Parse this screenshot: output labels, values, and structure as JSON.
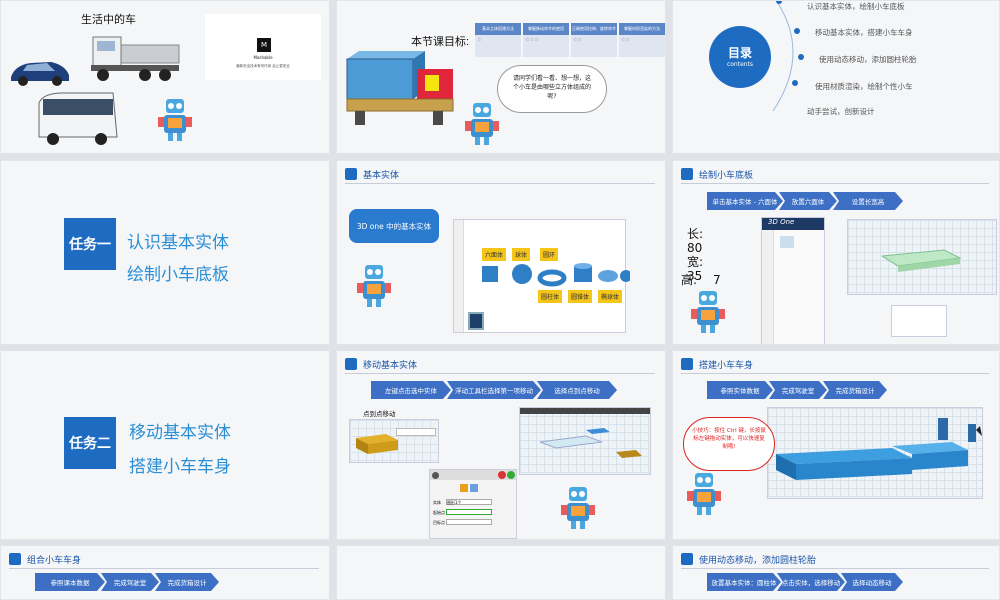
{
  "slide1": {
    "title": "生活中的车",
    "brand_text": "Mashable",
    "brand_sub": "最新安全技术有何作用 会让更安全"
  },
  "slide2": {
    "goal_label": "本节课目标:",
    "goals": [
      {
        "title": "基本立体搭建方法",
        "stars": "☆"
      },
      {
        "title": "掌握移动命令的使用",
        "stars": "☆☆☆"
      },
      {
        "title": "正确使用拉伸、旋转命令",
        "stars": "☆☆"
      },
      {
        "title": "掌握材质渲染的方法",
        "stars": "☆☆"
      }
    ],
    "bubble": "请同学们看一看、想一想，这个小车是由哪些立方体组成的呢?"
  },
  "slide3": {
    "toc_title": "目录",
    "toc_sub": "contents",
    "items": [
      "认识基本实体，绘制小车底板",
      "移动基本实体，搭建小车车身",
      "使用动态移动，添加圆柱轮胎",
      "使用材质渲染，绘制个性小车",
      "动手尝试，创新设计"
    ]
  },
  "slide4": {
    "task": "任务一",
    "line1": "认识基本实体",
    "line2": "绘制小车底板"
  },
  "slide5": {
    "header": "基本实体",
    "callout": "3D one 中的基本实体",
    "labels_top": [
      "六面体",
      "球体",
      "圆环"
    ],
    "labels_bottom": [
      "圆柱体",
      "圆锥体",
      "椭球体"
    ]
  },
  "slide6": {
    "header": "绘制小车底板",
    "flow": [
      "单击基本实体 - 六面体",
      "放置六面体",
      "设置长宽高"
    ],
    "dims": [
      "长:",
      "80",
      "宽:",
      "35",
      "高:",
      "7"
    ],
    "app_logo": "3D One"
  },
  "slide7": {
    "task": "任务二",
    "line1": "移动基本实体",
    "line2": "搭建小车车身"
  },
  "slide8": {
    "header": "移动基本实体",
    "flow": [
      "左键点击选中实体",
      "浮动工具栏选择第一项移动",
      "选择点到点移动"
    ],
    "sub": "点到点移动",
    "fields": [
      "实体",
      "起始点",
      "目标点"
    ],
    "field_value": "图形1个"
  },
  "slide9": {
    "header": "搭建小车车身",
    "flow": [
      "参照实体数据",
      "完成驾驶室",
      "完成货箱设计"
    ],
    "tip": "小技巧：按住 Ctrl 键，长按鼠标左键拖动实体，可以快速复制哦!"
  },
  "slide10": {
    "header": "组合小车车身",
    "flow": [
      "参照课本数据",
      "完成驾驶室",
      "完成货箱设计"
    ]
  },
  "slide12": {
    "header": "使用动态移动，添加圆柱轮胎",
    "flow": [
      "放置基本实体：圆柱体",
      "点击实体，选择移动",
      "选择动态移动"
    ]
  },
  "colors": {
    "accent": "#1e6bc2",
    "task_text": "#2a8fd6",
    "flow": "#3d70c4",
    "tag": "#f5c518"
  }
}
